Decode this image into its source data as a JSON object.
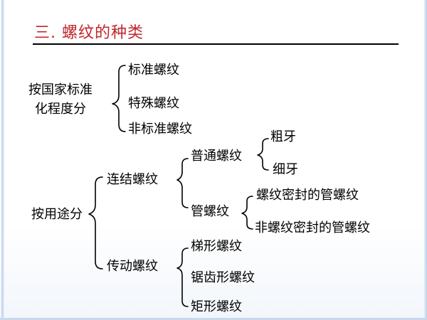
{
  "title": "三. 螺纹的种类",
  "national": {
    "root": "按国家标准",
    "root_line2": "化程度分",
    "items": [
      "标准螺纹",
      "特殊螺纹",
      "非标准螺纹"
    ]
  },
  "usage": {
    "root": "按用途分",
    "connecting": {
      "label": "连结螺纹",
      "common": {
        "label": "普通螺纹",
        "items": [
          "粗牙",
          "细牙"
        ]
      },
      "pipe": {
        "label": "管螺纹",
        "items": [
          "螺纹密封的管螺纹",
          "非螺纹密封的管螺纹"
        ]
      }
    },
    "transmission": {
      "label": "传动螺纹",
      "items": [
        "梯形螺纹",
        "锯齿形螺纹",
        "矩形螺纹"
      ]
    }
  }
}
